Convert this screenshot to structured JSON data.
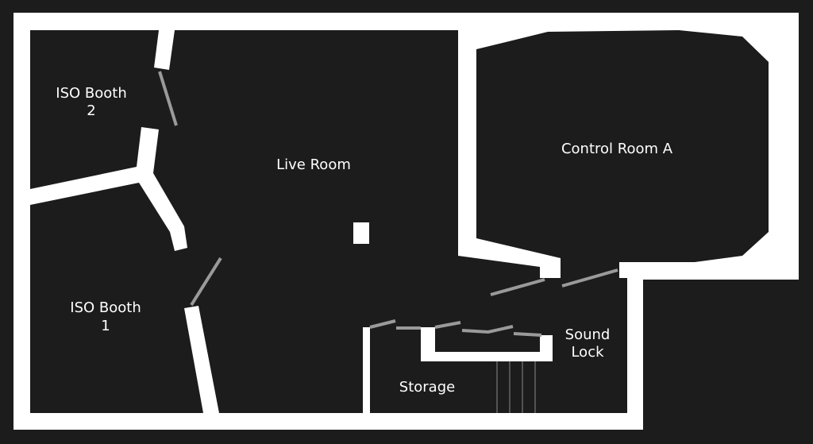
{
  "colors": {
    "background": "#1c1c1c",
    "wall": "#ffffff",
    "door": "#9a9a9a"
  },
  "rooms": {
    "iso_booth_2": {
      "line1": "ISO Booth",
      "line2": "2"
    },
    "iso_booth_1": {
      "line1": "ISO Booth",
      "line2": "1"
    },
    "live_room": {
      "label": "Live Room"
    },
    "control_room_a": {
      "label": "Control Room A"
    },
    "storage": {
      "label": "Storage"
    },
    "sound_lock": {
      "line1": "Sound",
      "line2": "Lock"
    }
  }
}
